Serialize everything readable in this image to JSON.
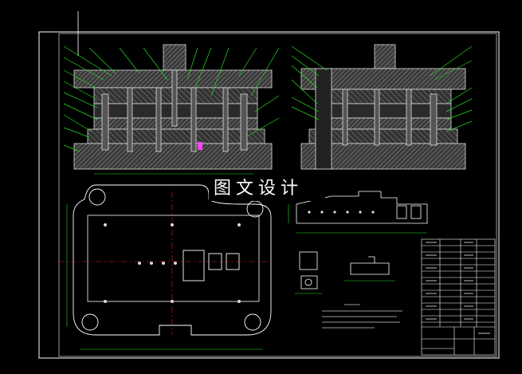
{
  "watermark": "图文设计",
  "colors": {
    "background": "#000000",
    "frame": "#ffffff",
    "hatch": "#8a8a8a",
    "leader": "#22dd22",
    "dim": "#22dd22",
    "center": "#dd2222",
    "accent": "#ff44ff"
  },
  "drawing_views": [
    "front-section-left",
    "front-section-right",
    "plan-view-lower-die",
    "strip-layout",
    "detail-part-a",
    "detail-part-b",
    "technical-notes",
    "title-block"
  ]
}
